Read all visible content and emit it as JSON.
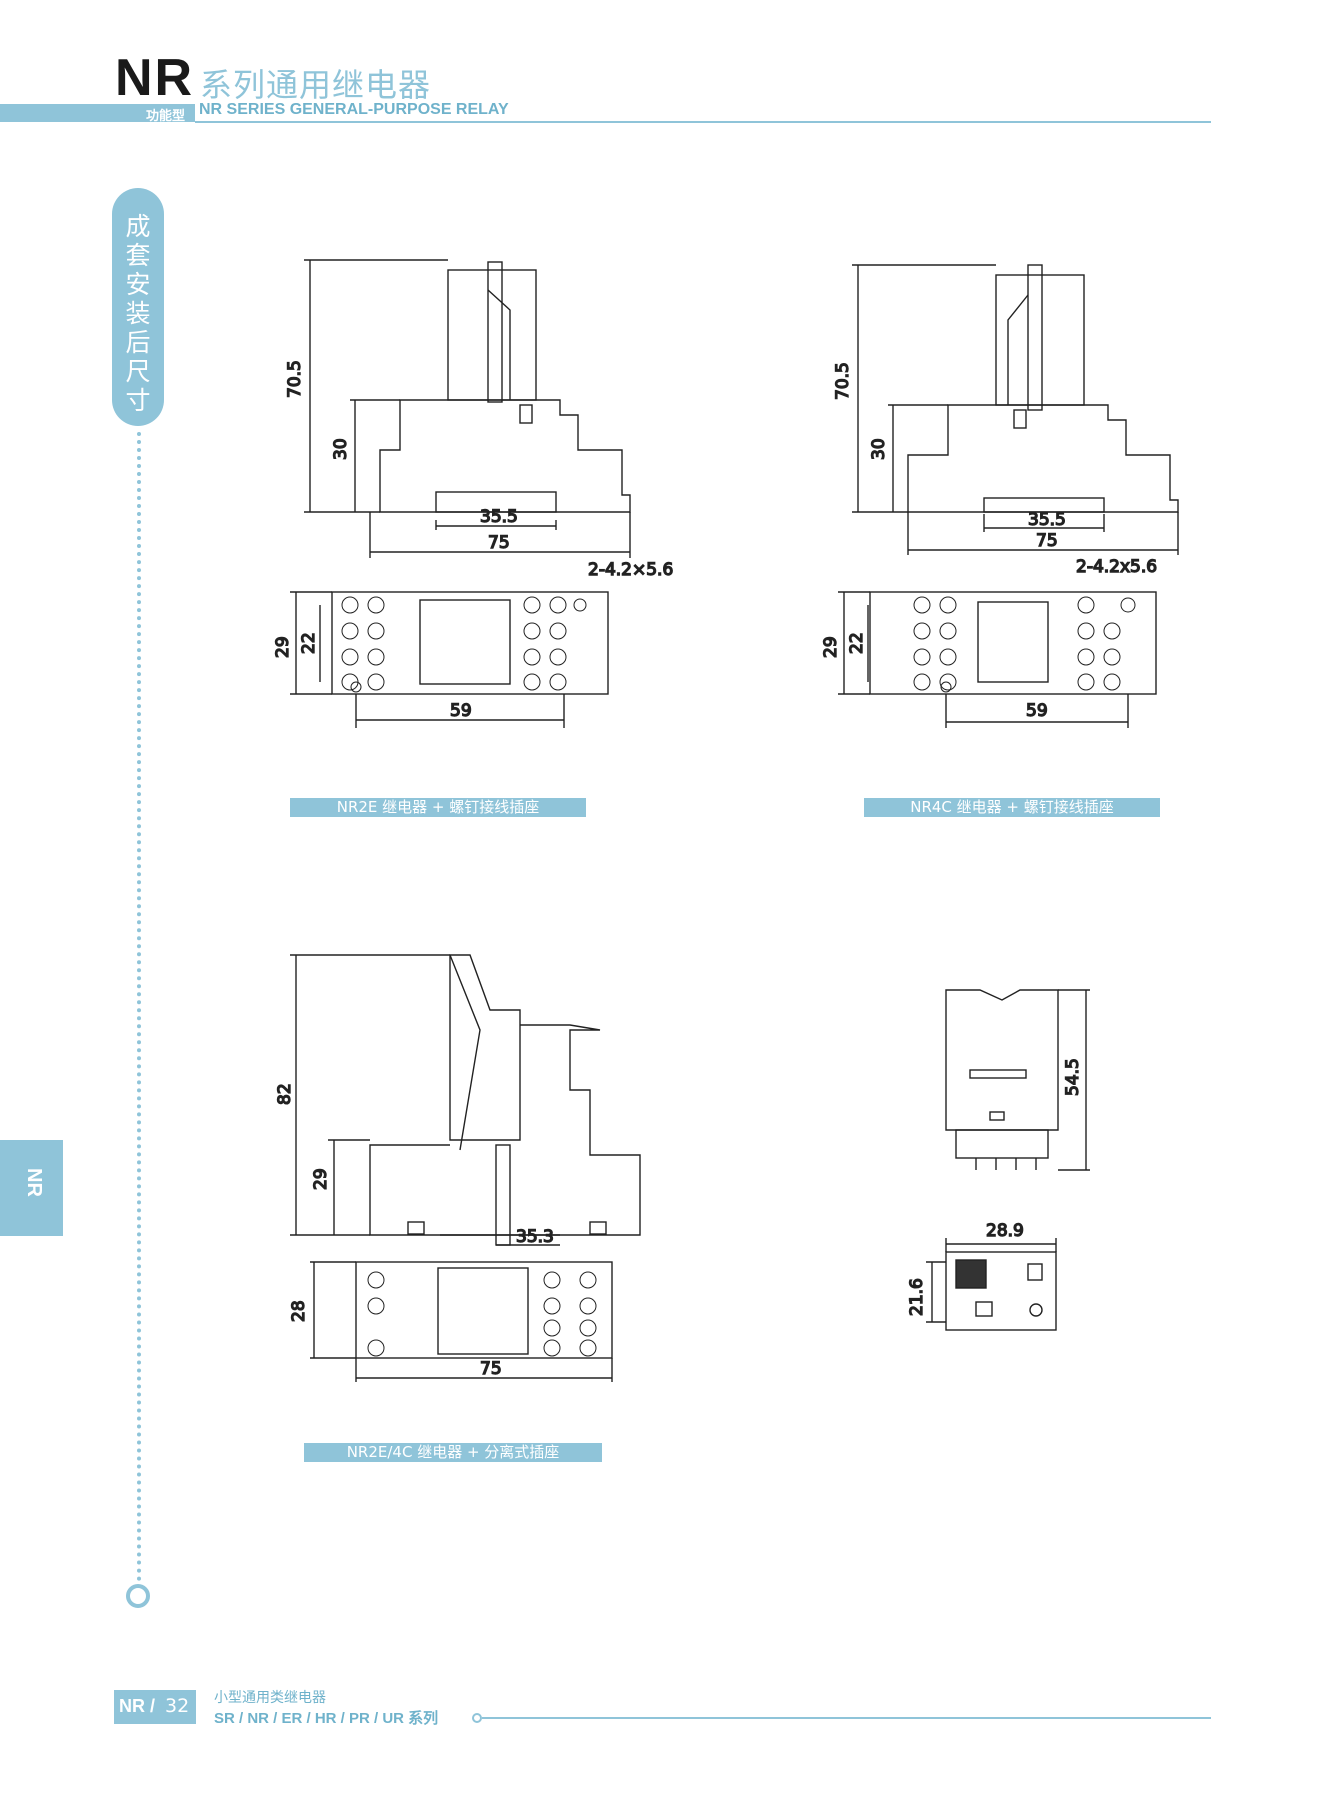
{
  "header": {
    "brand": "NR",
    "title_cn": "系列通用继电器",
    "type_tag": "功能型",
    "title_en": "NR SERIES GENERAL-PURPOSE RELAY"
  },
  "side": {
    "section_label": "成套安装后尺寸",
    "tab_label": "NR"
  },
  "figures": {
    "fig1": {
      "caption": "NR2E 继电器 + 螺钉接线插座",
      "h_total": "70.5",
      "h_base": "30",
      "w_inner": "35.5",
      "w_total": "75",
      "hole": "2-4.2×5.6",
      "d_29": "29",
      "d_22": "22",
      "d_59": "59"
    },
    "fig2": {
      "caption": "NR4C 继电器 + 螺钉接线插座",
      "h_total": "70.5",
      "h_base": "30",
      "w_inner": "35.5",
      "w_total": "75",
      "hole": "2-4.2x5.6",
      "d_29": "29",
      "d_22": "22",
      "d_59": "59"
    },
    "fig3": {
      "caption": "NR2E/4C 继电器 + 分离式插座",
      "h_total": "82",
      "h_base": "29",
      "w_inner": "35.3",
      "d_28": "28",
      "w_total": "75"
    },
    "fig4": {
      "h_total": "54.5",
      "w_top": "28.9",
      "d_21_6": "21.6"
    }
  },
  "footer": {
    "brand": "NR /",
    "page": "32",
    "cn": "小型通用类继电器",
    "series": "SR / NR / ER / HR / PR / UR 系列"
  }
}
